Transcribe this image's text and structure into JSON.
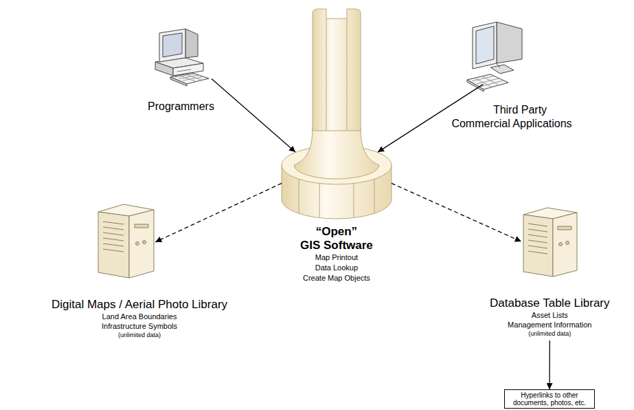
{
  "diagram": {
    "nodes": [
      {
        "text": [
          "Programmers"
        ]
      },
      {
        "text": [
          "Third Party Commercial Applications"
        ]
      },
      {
        "text": [
          "“Open”",
          "GIS Software",
          "Map Printout",
          "Data Lookup",
          "Create Map Objects"
        ]
      },
      {
        "text": [
          "Digital Maps / Aerial Photo Library",
          "Land Area Boundaries",
          "Infrastructure Symbols",
          "(unlimited data)"
        ]
      },
      {
        "text": [
          "Database Table Library",
          "Asset Lists",
          "Management Information",
          "(unlimited data)"
        ]
      },
      {
        "text": [
          "Hyperlinks to other documents, photos, etc."
        ]
      }
    ],
    "edges": [
      {
        "from": 0,
        "to": 2,
        "arrow": "to"
      },
      {
        "from": 1,
        "to": 2,
        "arrow": "to"
      },
      {
        "from": 2,
        "to": 3,
        "arrow": "to"
      },
      {
        "from": 2,
        "to": 4,
        "arrow": "to"
      },
      {
        "from": 4,
        "to": 5,
        "arrow": "to"
      }
    ]
  }
}
